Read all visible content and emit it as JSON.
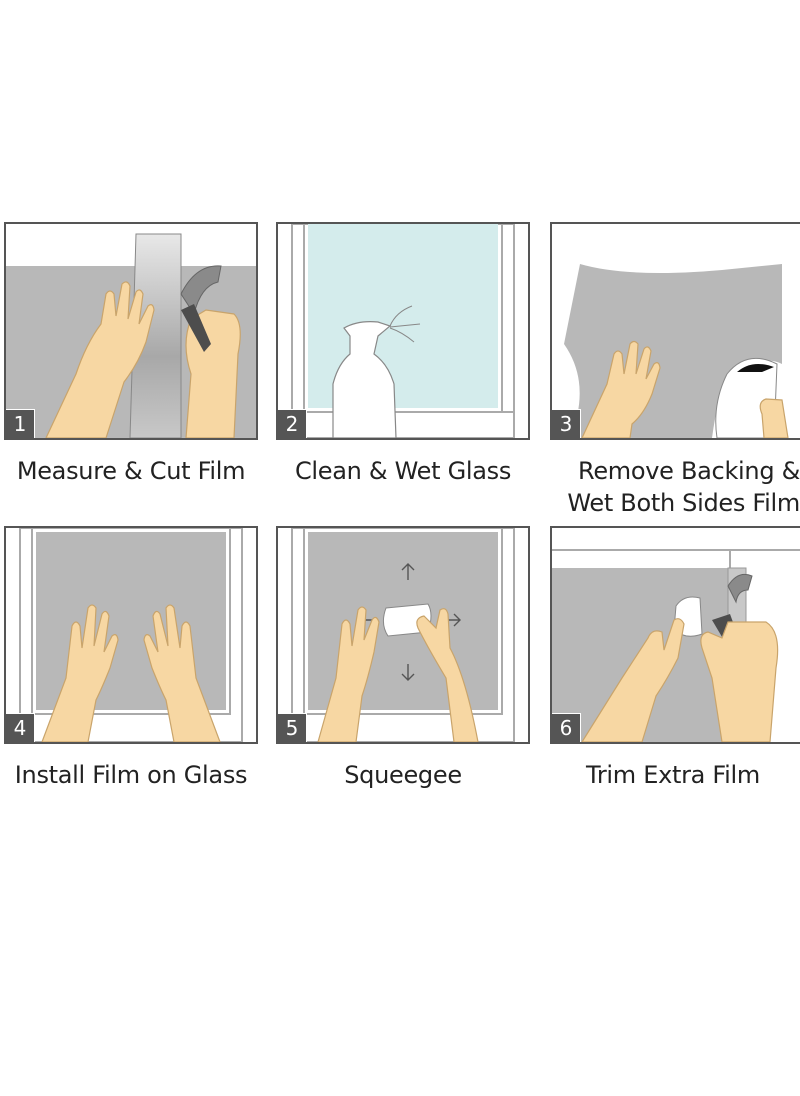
{
  "colors": {
    "film": "#b8b8b8",
    "glass": "#d4ecec",
    "skin": "#f7d7a3",
    "skin_stroke": "#c9a46b",
    "frame": "#555555",
    "knife": "#4d4d4d"
  },
  "steps": [
    {
      "number": "1",
      "caption": "Measure & Cut Film",
      "illustration": "hand-measuring-film-with-knife"
    },
    {
      "number": "2",
      "caption": "Clean & Wet Glass",
      "illustration": "spray-bottle-on-window"
    },
    {
      "number": "3",
      "caption": "Remove Backing &\nWet Both Sides Film",
      "illustration": "hand-peeling-backing"
    },
    {
      "number": "4",
      "caption": "Install Film on Glass",
      "illustration": "two-hands-placing-film"
    },
    {
      "number": "5",
      "caption": "Squeegee",
      "illustration": "hand-with-squeegee-arrows"
    },
    {
      "number": "6",
      "caption": "Trim Extra Film",
      "illustration": "hands-trimming-with-knife"
    }
  ]
}
